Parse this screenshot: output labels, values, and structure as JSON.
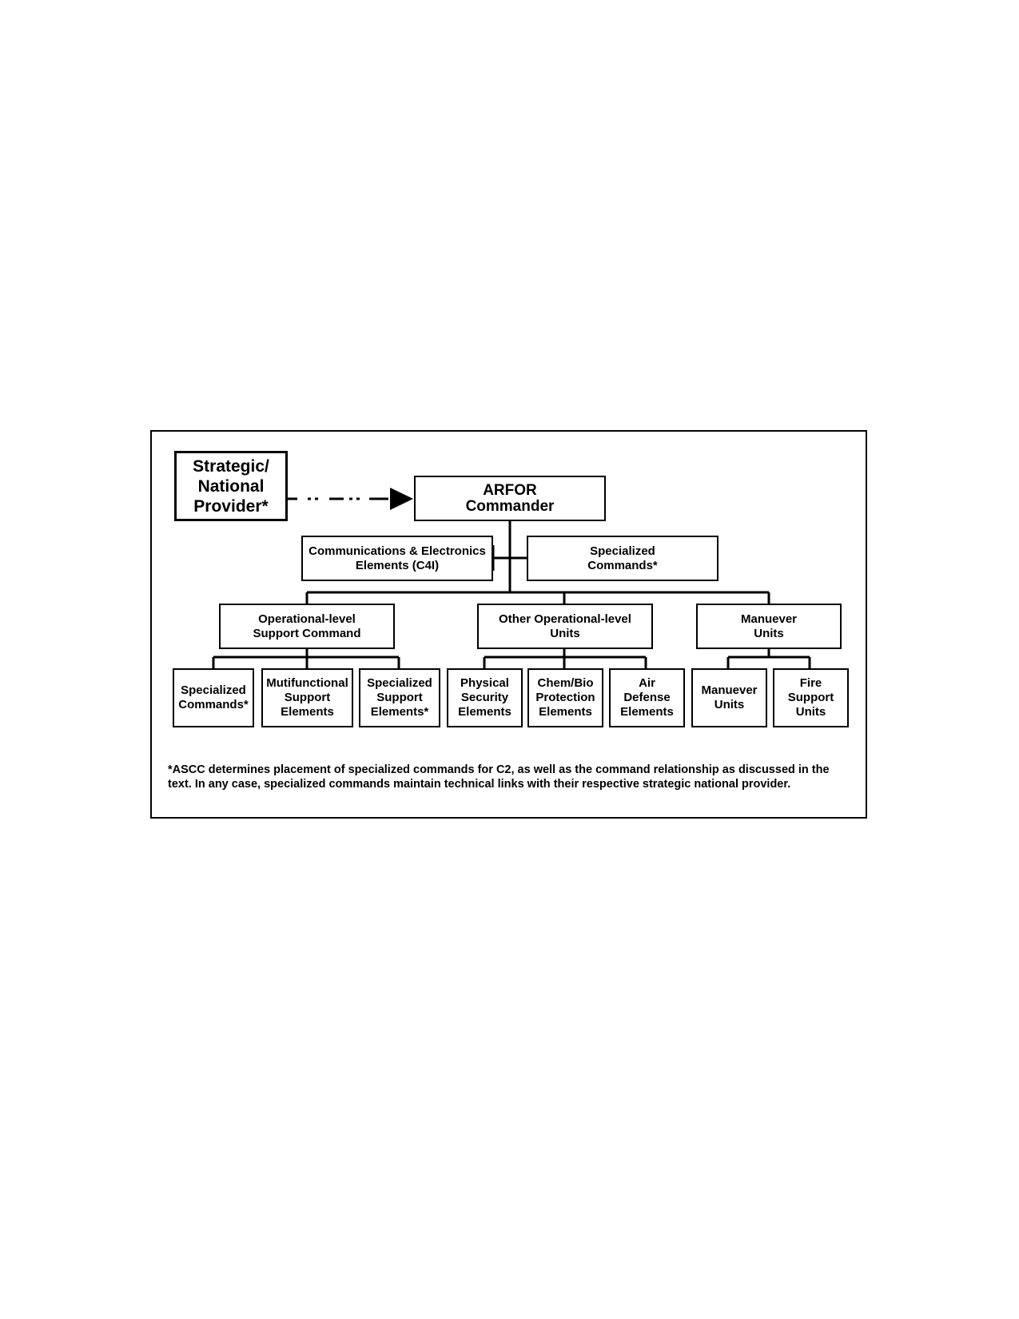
{
  "nodes": {
    "provider": "Strategic/\nNational\nProvider*",
    "arfor": "ARFOR\nCommander",
    "comms": "Communications & Electronics\nElements (C4I)",
    "spec_top": "Specialized\nCommands*",
    "op_support": "Operational-level\nSupport Command",
    "other_op": "Other Operational-level\nUnits",
    "manuever_top": "Manuever\nUnits",
    "spec_cmds": "Specialized\nCommands*",
    "multifunc": "Mutifunctional\nSupport\nElements",
    "spec_support": "Specialized\nSupport\nElements*",
    "phys_sec": "Physical\nSecurity\nElements",
    "chem_bio": "Chem/Bio\nProtection\nElements",
    "air_def": "Air\nDefense\nElements",
    "manuever_units": "Manuever\nUnits",
    "fire_support": "Fire\nSupport\nUnits"
  },
  "footnote": "*ASCC determines placement of specialized commands for C2, as well as the command relationship as discussed in the text.  In any case, specialized commands maintain technical links with their respective strategic national provider."
}
